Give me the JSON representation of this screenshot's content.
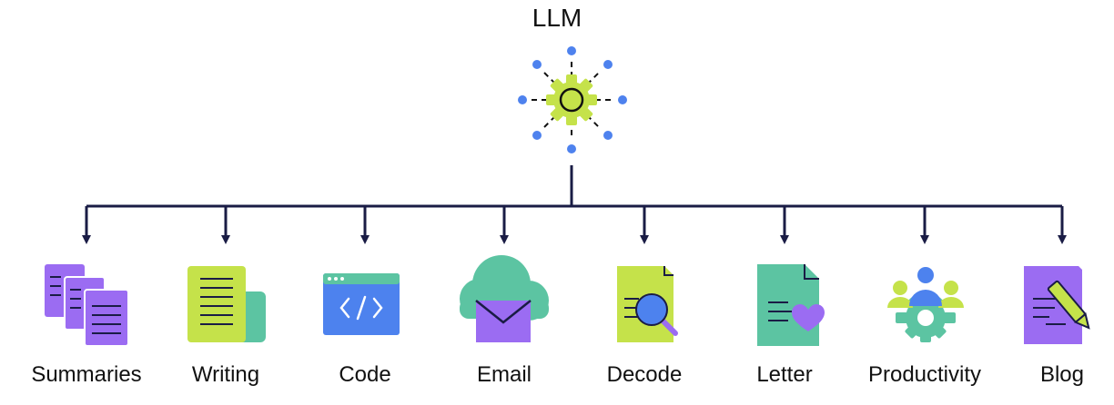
{
  "title": "LLM",
  "colors": {
    "connector": "#1a1c45",
    "gear": "#c5e24a",
    "dots": "#4e82ee",
    "purple": "#9b6cf2",
    "green": "#5cc4a2",
    "blue": "#4d82ee"
  },
  "items": [
    {
      "label": "Summaries",
      "icon": "summaries-icon"
    },
    {
      "label": "Writing",
      "icon": "writing-icon"
    },
    {
      "label": "Code",
      "icon": "code-icon"
    },
    {
      "label": "Email",
      "icon": "email-icon"
    },
    {
      "label": "Decode",
      "icon": "decode-icon"
    },
    {
      "label": "Letter",
      "icon": "letter-icon"
    },
    {
      "label": "Productivity",
      "icon": "productivity-icon"
    },
    {
      "label": "Blog",
      "icon": "blog-icon"
    }
  ]
}
